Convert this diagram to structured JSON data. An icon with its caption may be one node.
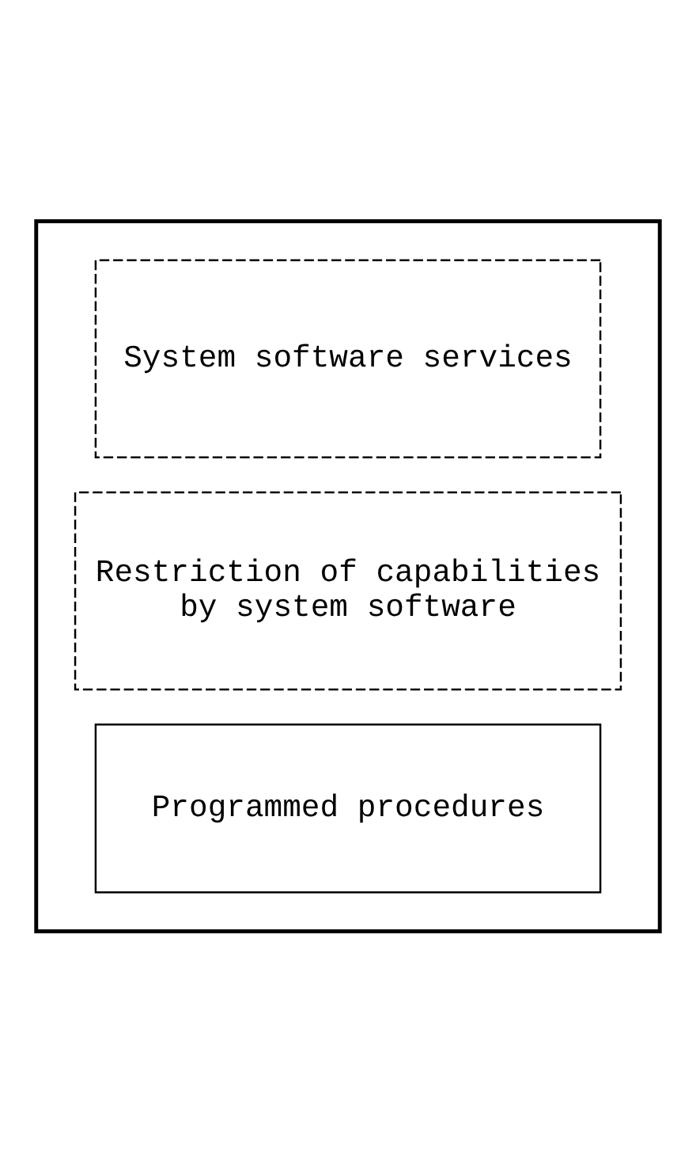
{
  "diagram": {
    "nodes": [
      {
        "text": [],
        "shape": "box"
      },
      {
        "text": [
          "System software services"
        ],
        "in": 0
      },
      {
        "text": [
          "Restriction of capabilities by system software"
        ],
        "in": 0
      },
      {
        "text": [
          "Programmed procedures"
        ],
        "in": 0
      }
    ]
  }
}
